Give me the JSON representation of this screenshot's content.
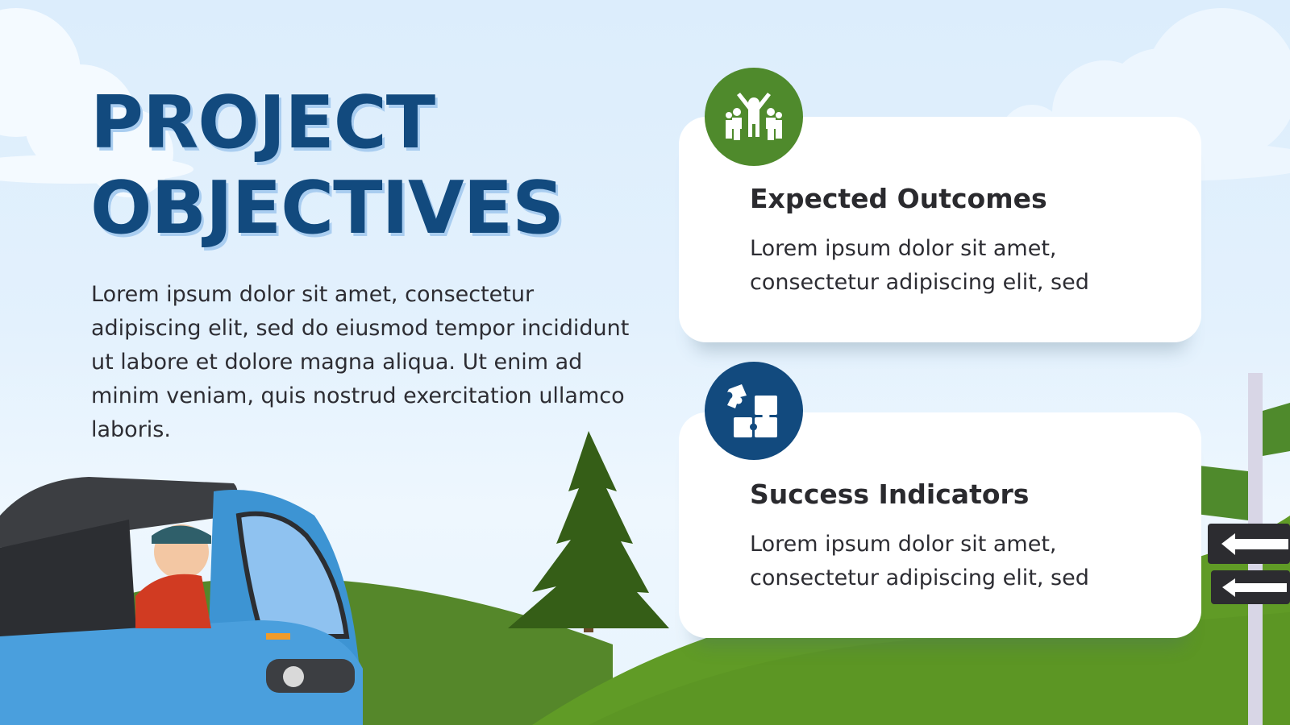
{
  "title": {
    "line1": "PROJECT",
    "line2": "OBJECTIVES"
  },
  "intro": "Lorem ipsum dolor sit amet, consectetur adipiscing elit, sed do eiusmod tempor incididunt ut labore et dolore magna aliqua. Ut enim ad minim veniam, quis nostrud exercitation ullamco laboris.",
  "cards": [
    {
      "heading": "Expected Outcomes",
      "text": "Lorem ipsum dolor sit amet, consectetur adipiscing elit, sed",
      "icon": "team-icon",
      "color": "#4f8a2c"
    },
    {
      "heading": "Success Indicators",
      "text": "Lorem ipsum dolor sit amet, consectetur adipiscing elit, sed",
      "icon": "puzzle-icon",
      "color": "#124a7e"
    }
  ],
  "colors": {
    "title": "#124a7e",
    "title_shadow": "#a9cdf0",
    "hill_green": "#5a8f2a",
    "sky": "#dcedfc"
  }
}
